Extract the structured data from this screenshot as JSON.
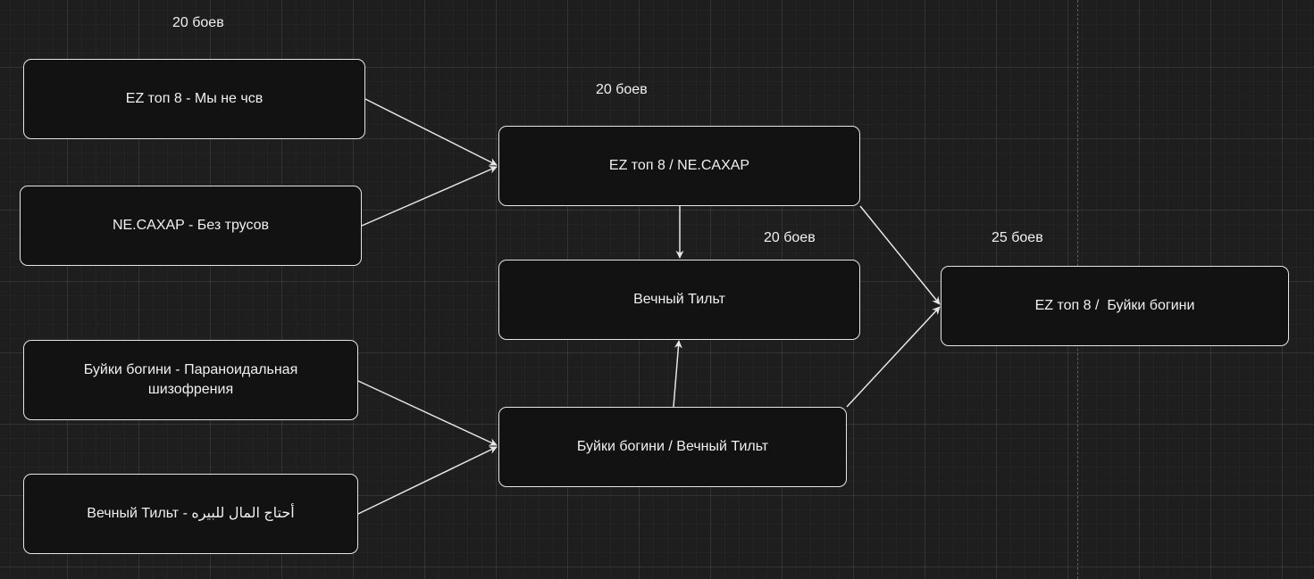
{
  "nodes": {
    "ez_nechsv": "EZ топ 8 - Мы не чсв",
    "necaxap_trusov": "NE.CAXAP - Без трусов",
    "buyki_paranoid": "Буйки богини - Параноидальная шизофрения",
    "tilt_arabic_prefix": "Вечный Тильт - ",
    "tilt_arabic_text": "أحتاج المال للبيره",
    "ez_necaxap": "EZ топ 8 / NE.CAXAP",
    "vechny_tilt": "Вечный Тильт",
    "buyki_tilt": "Буйки богини / Вечный Тильт",
    "ez_buyki": "EZ топ 8 /  Буйки богини"
  },
  "labels": {
    "round1_top": "20 боев",
    "round2_top": "20 боев",
    "round3_mid": "20 боев",
    "final": "25 боев"
  },
  "colors": {
    "canvas_bg": "#1e1e1e",
    "node_fill": "#121212",
    "node_stroke": "#e6e6e6",
    "text": "#f0f0f0"
  },
  "edges": [
    {
      "from": "ez_nechsv",
      "to": "ez_necaxap"
    },
    {
      "from": "necaxap_trusov",
      "to": "ez_necaxap"
    },
    {
      "from": "ez_necaxap",
      "to": "vechny_tilt"
    },
    {
      "from": "ez_necaxap",
      "to": "ez_buyki"
    },
    {
      "from": "buyki_paranoid",
      "to": "buyki_tilt"
    },
    {
      "from": "tilt_arabic",
      "to": "buyki_tilt"
    },
    {
      "from": "buyki_tilt",
      "to": "vechny_tilt"
    },
    {
      "from": "buyki_tilt",
      "to": "ez_buyki"
    }
  ]
}
